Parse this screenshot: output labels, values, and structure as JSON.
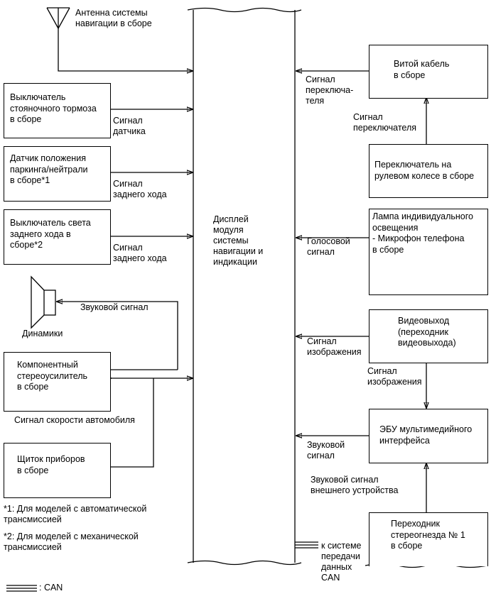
{
  "antenna": {
    "label": "Антенна системы\nнавигации в сборе"
  },
  "center": {
    "label": "Дисплей\nмодуля\nсистемы\nнавигации и\nиндикации"
  },
  "left": {
    "parking_brake": {
      "label": "Выключатель\nстояночного тормоза\nв сборе",
      "signal": "Сигнал\nдатчика"
    },
    "park_neutral": {
      "label": "Датчик положения\nпаркинга/нейтрали\nв сборе*1",
      "signal": "Сигнал\nзаднего хода"
    },
    "reverse_light": {
      "label": "Выключатель света\nзаднего хода в\nсборе*2",
      "signal": "Сигнал\nзаднего хода"
    },
    "speaker": {
      "label": "Динамики",
      "signal": "Звуковой сигнал"
    },
    "amplifier": {
      "label": "Компонентный\nстереоусилитель\nв сборе"
    },
    "speed_signal": "Сигнал скорости автомобиля",
    "meter": {
      "label": "Щиток приборов\nв сборе"
    }
  },
  "right": {
    "spiral": {
      "label": "Витой кабель\nв сборе",
      "signal_to_center": "Сигнал\nпереключа-\nтеля"
    },
    "steering_switch": {
      "label": "Переключатель на\nрулевом колесе в сборе",
      "signal_up": "Сигнал\nпереключателя"
    },
    "room_lamp": {
      "label": "Лампа индивидуального\nосвещения\n- Микрофон телефона\nв сборе",
      "signal": "Голосовой\nсигнал"
    },
    "video_out": {
      "label": "Видеовыход\n(переходник\nвидеовыхода)",
      "signal_to_center": "Сигнал\nизображения",
      "signal_down": "Сигнал\nизображения"
    },
    "ecu": {
      "label": "ЭБУ мультимедийного\nинтерфейса",
      "signal": "Звуковой\nсигнал"
    },
    "stereo_jack": {
      "label": "Переходник\nстереогнезда № 1\nв сборе",
      "signal_up": "Звуковой сигнал\nвнешнего устройства"
    }
  },
  "can_bus": {
    "label": "к системе\nпередачи\nданных\nCAN"
  },
  "notes": {
    "note1": "*1: Для моделей с автоматической\nтрансмиссией",
    "note2": "*2: Для моделей с механической\nтрансмиссией"
  },
  "legend": {
    "can": ": CAN"
  }
}
